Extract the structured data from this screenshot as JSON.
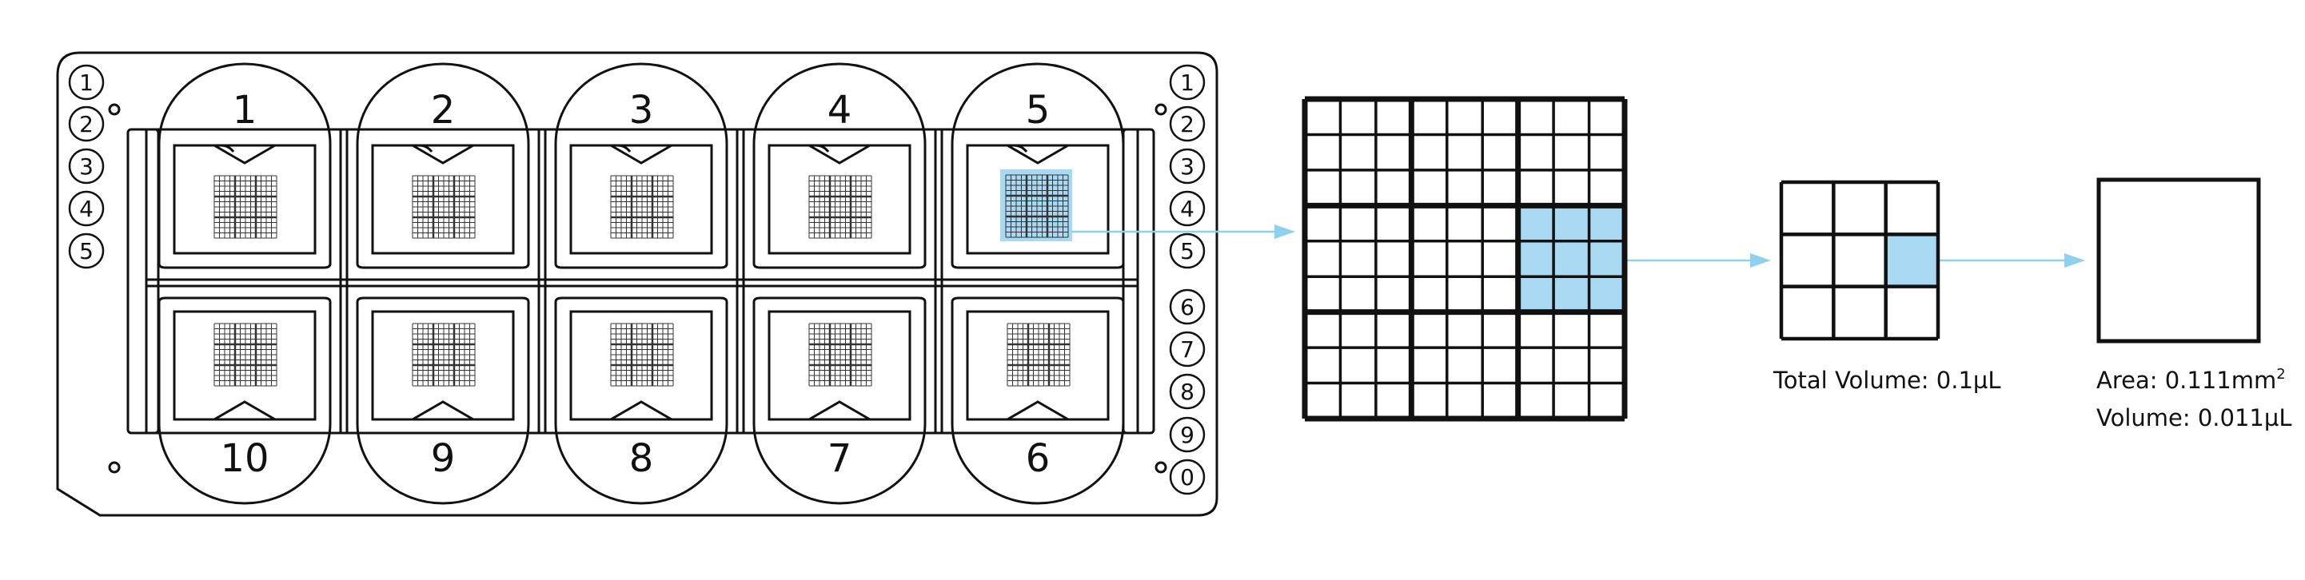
{
  "slide": {
    "chambers_top": [
      "1",
      "2",
      "3",
      "4",
      "5"
    ],
    "chambers_bottom": [
      "10",
      "9",
      "8",
      "7",
      "6"
    ],
    "left_markers": [
      "1",
      "2",
      "3",
      "4",
      "5"
    ],
    "right_markers": [
      "1",
      "2",
      "3",
      "4",
      "5",
      "6",
      "7",
      "8",
      "9",
      "0"
    ],
    "highlighted_chamber": "5"
  },
  "zoom_square": {
    "label": "Total Volume: 0.1µL"
  },
  "unit_square": {
    "area_prefix": "Area: 0.111mm",
    "area_sup": "2",
    "volume": "Volume: 0.011µL"
  },
  "colors": {
    "highlight": "#a9d9f2",
    "arrow": "#8fd0ee",
    "ink": "#111111"
  }
}
